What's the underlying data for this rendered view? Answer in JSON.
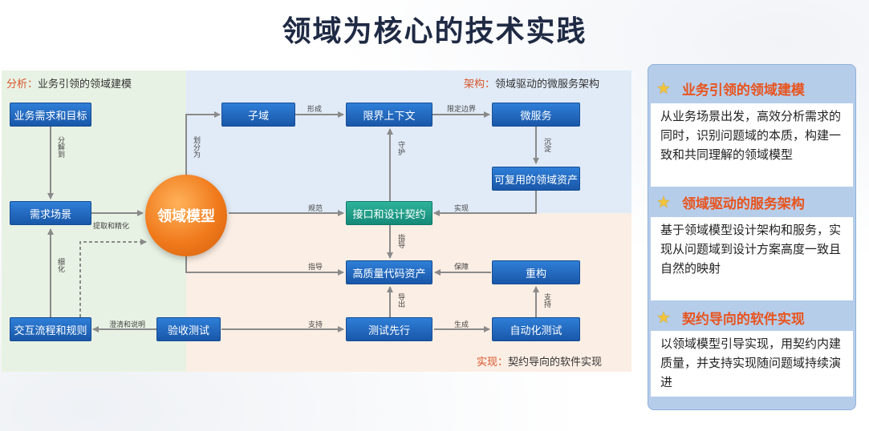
{
  "title": "领域为核心的技术实践",
  "regions": {
    "analysis": {
      "prefix": "分析：",
      "text": "业务引领的领域建模"
    },
    "architecture": {
      "prefix": "架构：",
      "text": "领域驱动的微服务架构"
    },
    "implementation": {
      "prefix": "实现：",
      "text": "契约导向的软件实现"
    }
  },
  "core": "领域模型",
  "nodes": {
    "biz_req": "业务需求和目标",
    "scenario": "需求场景",
    "interaction": "交互流程和规则",
    "acceptance": "验收测试",
    "subdomain": "子域",
    "bounded_ctx": "限界上下文",
    "microservice": "微服务",
    "reusable_asset": "可复用的领域资产",
    "contract": "接口和设计契约",
    "code_asset": "高质量代码资产",
    "refactor": "重构",
    "test_first": "测试先行",
    "auto_test": "自动化测试"
  },
  "edges": {
    "decompose": "分解到",
    "extract": "提取和精化",
    "refine": "细化",
    "clarify": "澄清和说明",
    "divide": "划分为",
    "form": "形成",
    "boundary": "限定边界",
    "sediment": "沉淀",
    "implement": "实现",
    "protect": "守护",
    "standard": "规范",
    "guide_contract": "指导",
    "guide_core": "指导",
    "ensure": "保障",
    "support_refactor": "支持",
    "lead_out": "导出",
    "support_test": "支持",
    "generate": "生成"
  },
  "panel": [
    {
      "heading": "业务引领的领域建模",
      "body": "从业务场景出发，高效分析需求的同时，识别问题域的本质，构建一致和共同理解的领域模型"
    },
    {
      "heading": "领域驱动的服务架构",
      "body": "基于领域模型设计架构和服务，实现从问题域到设计方案高度一致且自然的映射"
    },
    {
      "heading": "契约导向的软件实现",
      "body": "以领域模型引导实现，用契约内建质量，并支持实现随问题域持续演进"
    }
  ],
  "colors": {
    "node_blue": "#1f67bd",
    "node_green": "#1a9a86",
    "core_orange": "#f07a1c",
    "accent": "#e8541e"
  }
}
